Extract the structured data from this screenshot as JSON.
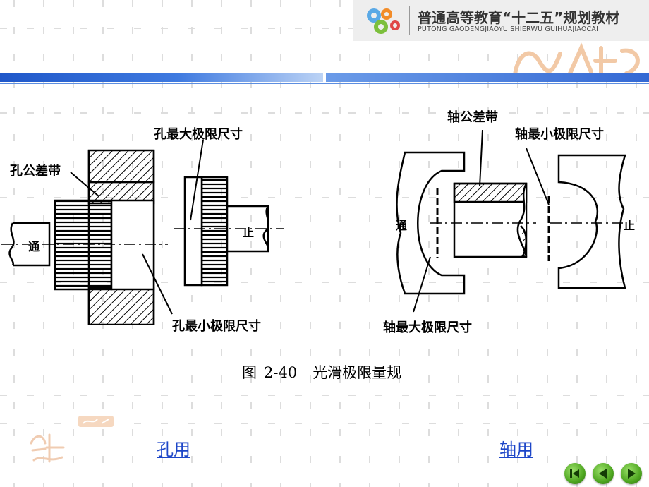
{
  "banner": {
    "title": "普通高等教育“十二五”规划教材",
    "subtitle": "PUTONG GAODENGJIAOYU SHIERWU GUIHUAJIAOCAI"
  },
  "figure": {
    "hole_gauge": {
      "tolerance_zone": "孔公差带",
      "max_limit": "孔最大极限尺寸",
      "min_limit": "孔最小极限尺寸",
      "go_mark": "通",
      "nogo_mark": "止"
    },
    "shaft_gauge": {
      "tolerance_zone": "轴公差带",
      "min_limit": "轴最小极限尺寸",
      "max_limit": "轴最大极限尺寸",
      "go_mark": "通",
      "nogo_mark": "止"
    },
    "caption_prefix": "图",
    "caption_number": "2-40",
    "caption_text": "光滑极限量规"
  },
  "links": {
    "hole": "孔用",
    "shaft": "轴用"
  },
  "nav": [
    "first-icon",
    "previous-icon",
    "next-icon"
  ],
  "colors": {
    "link": "#1d46c8",
    "bar": "#2f63d0",
    "nav_button": "#4ea620"
  }
}
